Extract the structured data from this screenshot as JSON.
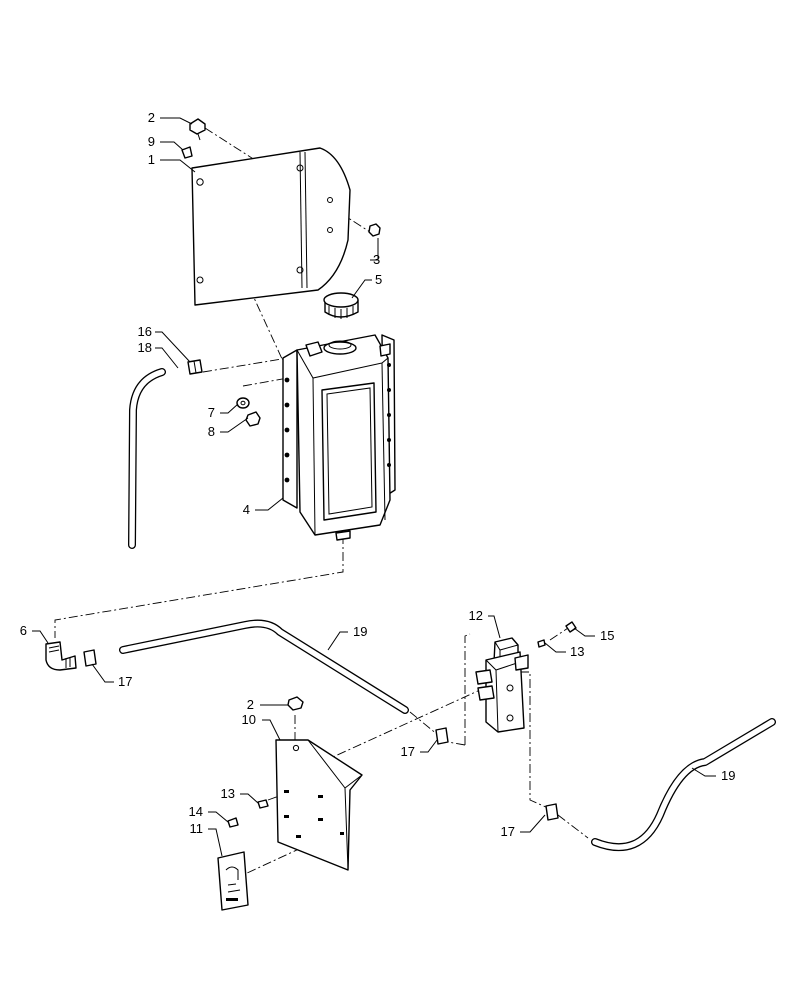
{
  "diagram": {
    "callouts": [
      {
        "id": "c2a",
        "label": "2"
      },
      {
        "id": "c9",
        "label": "9"
      },
      {
        "id": "c1",
        "label": "1"
      },
      {
        "id": "c3",
        "label": "3"
      },
      {
        "id": "c5",
        "label": "5"
      },
      {
        "id": "c16",
        "label": "16"
      },
      {
        "id": "c18",
        "label": "18"
      },
      {
        "id": "c7",
        "label": "7"
      },
      {
        "id": "c8",
        "label": "8"
      },
      {
        "id": "c4",
        "label": "4"
      },
      {
        "id": "c6",
        "label": "6"
      },
      {
        "id": "c17a",
        "label": "17"
      },
      {
        "id": "c19a",
        "label": "19"
      },
      {
        "id": "c12",
        "label": "12"
      },
      {
        "id": "c15",
        "label": "15"
      },
      {
        "id": "c13a",
        "label": "13"
      },
      {
        "id": "c2b",
        "label": "2"
      },
      {
        "id": "c10",
        "label": "10"
      },
      {
        "id": "c17b",
        "label": "17"
      },
      {
        "id": "c19b",
        "label": "19"
      },
      {
        "id": "c13b",
        "label": "13"
      },
      {
        "id": "c14",
        "label": "14"
      },
      {
        "id": "c11",
        "label": "11"
      },
      {
        "id": "c17c",
        "label": "17"
      }
    ]
  }
}
